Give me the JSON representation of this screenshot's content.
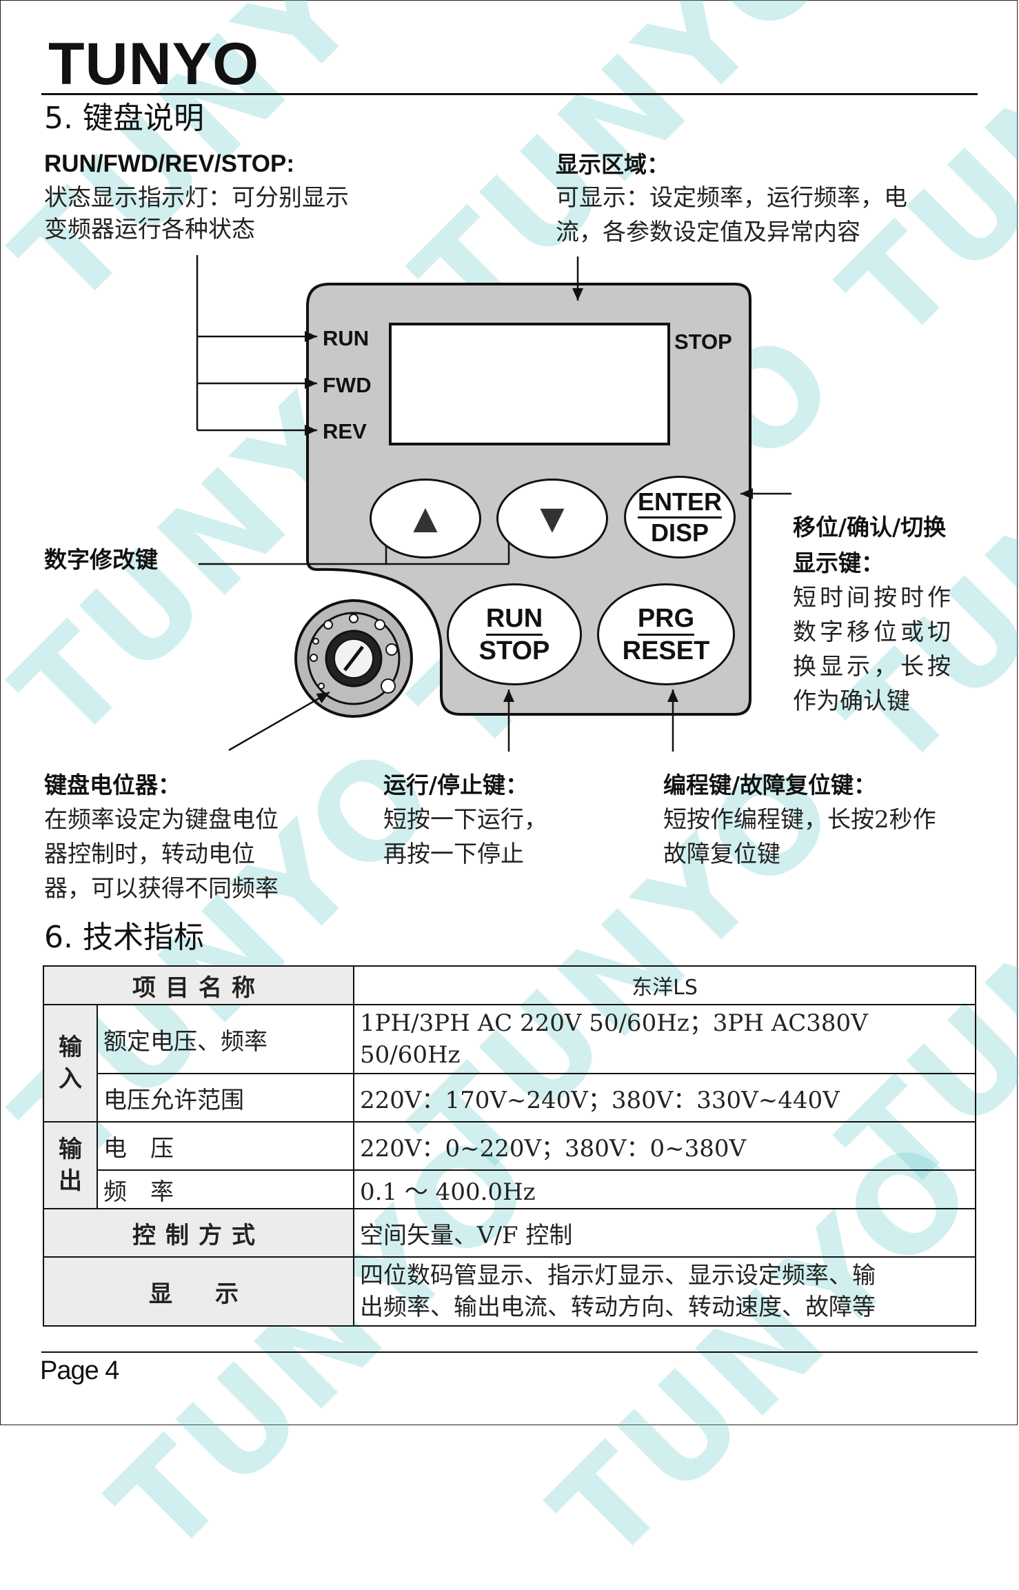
{
  "brand": {
    "logo": "TUNYO",
    "watermark": "TUNYO"
  },
  "section5": {
    "title": "5. 键盘说明",
    "indicator_note": {
      "heading": "RUN/FWD/REV/STOP:",
      "lines": [
        "状态显示指示灯：可分别显示",
        "变频器运行各种状态"
      ]
    },
    "display_note": {
      "heading": "显示区域：",
      "lines": [
        "可显示：设定频率，运行频率，电",
        "流，各参数设定值及异常内容"
      ]
    },
    "digit_keys_label": "数字修改键",
    "enter_note": {
      "heading_lines": [
        "移位/确认/切换",
        "显示键："
      ],
      "lines": [
        "短时间按时作",
        "数字移位或切",
        "换显示，长按",
        "作为确认键"
      ]
    },
    "pot_note": {
      "heading": "键盘电位器：",
      "lines": [
        "在频率设定为键盘电位",
        "器控制时，转动电位",
        "器，可以获得不同频率"
      ]
    },
    "runstop_note": {
      "heading": "运行/停止键：",
      "lines": [
        "短按一下运行，",
        "再按一下停止"
      ]
    },
    "prg_note": {
      "heading": "编程键/故障复位键：",
      "lines": [
        "短按作编程键，长按2秒作",
        "故障复位键"
      ]
    },
    "keypad": {
      "indicators": [
        "RUN",
        "FWD",
        "REV"
      ],
      "stop_indicator": "STOP",
      "up_key": "▲",
      "down_key": "▼",
      "enter_key": {
        "top": "ENTER",
        "bottom": "DISP"
      },
      "run_key": {
        "top": "RUN",
        "bottom": "STOP"
      },
      "prg_key": {
        "top": "PRG",
        "bottom": "RESET"
      }
    }
  },
  "section6": {
    "title": "6. 技术指标",
    "table": {
      "header": {
        "item": "项目名称",
        "model": "东洋LS"
      },
      "input_group": "输入",
      "output_group": "输出",
      "rows": {
        "rated_voltage": {
          "label": "额定电压、频率",
          "value_lines": [
            "1PH/3PH  AC  220V  50/60Hz；3PH  AC380V",
            "50/60Hz"
          ]
        },
        "voltage_range": {
          "label": "电压允许范围",
          "value": "220V：170V~240V；380V：330V~440V"
        },
        "out_voltage": {
          "label": "电　压",
          "value": "220V：0~220V；380V：0~380V"
        },
        "out_freq": {
          "label": "频　率",
          "value": "0.1 ～ 400.0Hz"
        },
        "control": {
          "label": "控制方式",
          "value": "空间矢量、V/F 控制"
        },
        "display": {
          "label": "显　示",
          "value_lines": [
            "四位数码管显示、指示灯显示、显示设定频率、输",
            "出频率、输出电流、转动方向、转动速度、故障等"
          ]
        }
      }
    }
  },
  "footer": {
    "page": "Page 4"
  }
}
